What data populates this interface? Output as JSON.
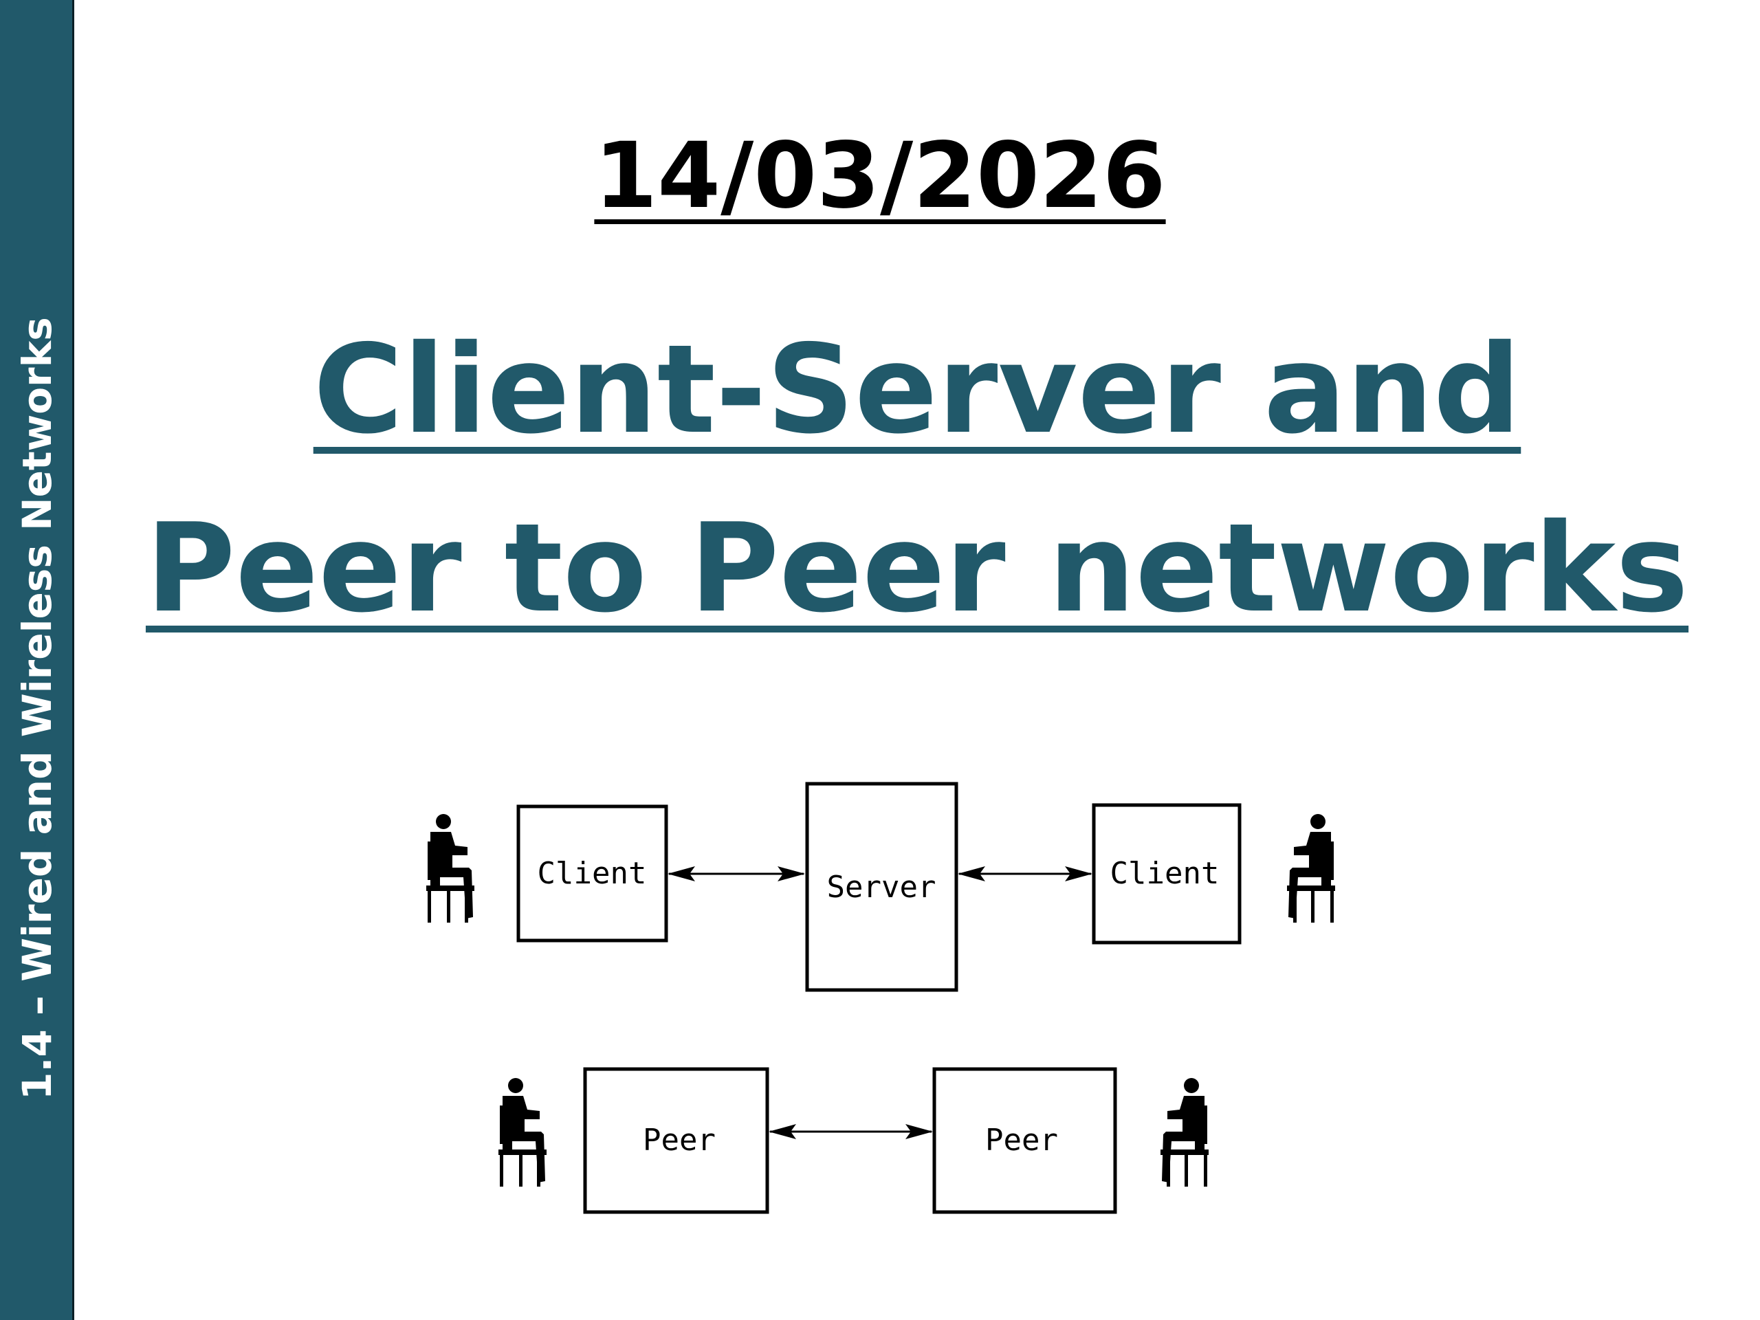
{
  "sidebar": {
    "label": "1.4 – Wired and Wireless Networks"
  },
  "header": {
    "date": "14/03/2026"
  },
  "title": {
    "line1": "Client-Server and",
    "line2": "Peer to Peer networks"
  },
  "diagram": {
    "client_server": {
      "left_node": "Client",
      "center_node": "Server",
      "right_node": "Client"
    },
    "peer_to_peer": {
      "left_node": "Peer",
      "right_node": "Peer"
    }
  },
  "colors": {
    "sidebar": "#21596a",
    "title": "#21596a",
    "text": "#000000",
    "background": "#ffffff"
  },
  "icons": [
    "person-seated-icon",
    "double-arrow-icon"
  ]
}
